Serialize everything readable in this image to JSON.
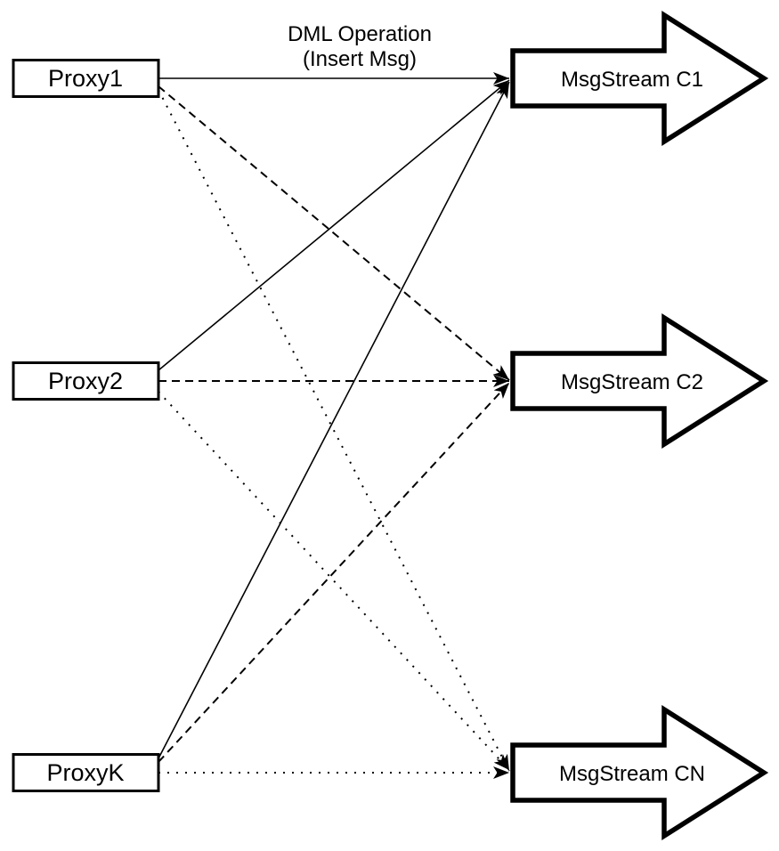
{
  "diagram": {
    "background_color": "#ffffff",
    "stroke_color": "#000000",
    "fill_color": "#ffffff",
    "title": {
      "line1": "DML Operation",
      "line2": "(Insert Msg)"
    },
    "proxies": [
      {
        "label": "Proxy1"
      },
      {
        "label": "Proxy2"
      },
      {
        "label": "ProxyK"
      }
    ],
    "streams": [
      {
        "label": "MsgStream C1"
      },
      {
        "label": "MsgStream C2"
      },
      {
        "label": "MsgStream CN"
      }
    ],
    "connections": [
      {
        "from": "Proxy1",
        "to": "MsgStream C1",
        "line_style": "solid"
      },
      {
        "from": "Proxy1",
        "to": "MsgStream C2",
        "line_style": "dashed"
      },
      {
        "from": "Proxy1",
        "to": "MsgStream CN",
        "line_style": "dotted"
      },
      {
        "from": "Proxy2",
        "to": "MsgStream C1",
        "line_style": "solid"
      },
      {
        "from": "Proxy2",
        "to": "MsgStream C2",
        "line_style": "dashed"
      },
      {
        "from": "Proxy2",
        "to": "MsgStream CN",
        "line_style": "dotted"
      },
      {
        "from": "ProxyK",
        "to": "MsgStream C1",
        "line_style": "solid"
      },
      {
        "from": "ProxyK",
        "to": "MsgStream C2",
        "line_style": "dashed"
      },
      {
        "from": "ProxyK",
        "to": "MsgStream CN",
        "line_style": "dotted"
      }
    ]
  }
}
